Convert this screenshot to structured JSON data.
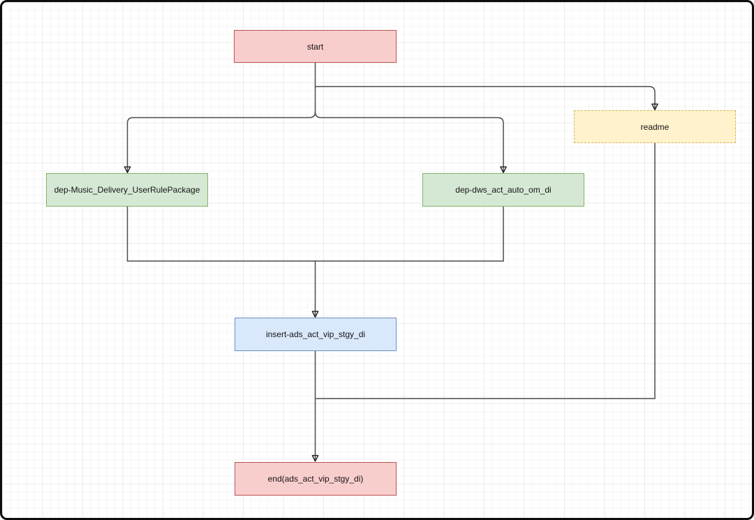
{
  "diagram": {
    "nodes": [
      {
        "id": "start",
        "label": "start",
        "fill": "#f8cecc",
        "stroke": "#b85450",
        "border": "solid"
      },
      {
        "id": "readme",
        "label": "readme",
        "fill": "#fff2cc",
        "stroke": "#d6b656",
        "border": "dashed"
      },
      {
        "id": "dep-music",
        "label": "dep-Music_Delivery_UserRulePackage",
        "fill": "#d5e8d4",
        "stroke": "#82b366",
        "border": "solid"
      },
      {
        "id": "dep-dws",
        "label": "dep-dws_act_auto_om_di",
        "fill": "#d5e8d4",
        "stroke": "#82b366",
        "border": "solid"
      },
      {
        "id": "insert",
        "label": "insert-ads_act_vip_stgy_di",
        "fill": "#dae8fc",
        "stroke": "#6c8ebf",
        "border": "solid"
      },
      {
        "id": "end",
        "label": "end(ads_act_vip_stgy_di)",
        "fill": "#f8cecc",
        "stroke": "#b85450",
        "border": "solid"
      }
    ],
    "edges": [
      {
        "from": "start",
        "to": "dep-music",
        "arrow": true
      },
      {
        "from": "start",
        "to": "dep-dws",
        "arrow": true
      },
      {
        "from": "start",
        "to": "readme",
        "arrow": true
      },
      {
        "from": "dep-music",
        "to": "insert",
        "arrow": true
      },
      {
        "from": "dep-dws",
        "to": "insert",
        "arrow": true
      },
      {
        "from": "insert",
        "to": "end",
        "arrow": true
      },
      {
        "from": "readme",
        "to": "end",
        "arrow": false
      }
    ],
    "canvas": {
      "background": "#ffffff",
      "grid_minor_color": "#f6f6f6",
      "grid_major_color": "#ebebeb",
      "edge_color": "#4a4a4a",
      "arrow_color": "#1a1a1a",
      "frame_border_color": "#0d0d0d"
    }
  }
}
